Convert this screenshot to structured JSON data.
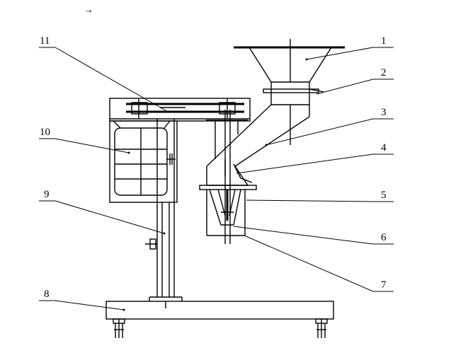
{
  "marker": "→",
  "callouts": {
    "c1": "1",
    "c2": "2",
    "c3": "3",
    "c4": "4",
    "c5": "5",
    "c6": "6",
    "c7": "7",
    "c8": "8",
    "c9": "9",
    "c10": "10",
    "c11": "11"
  }
}
